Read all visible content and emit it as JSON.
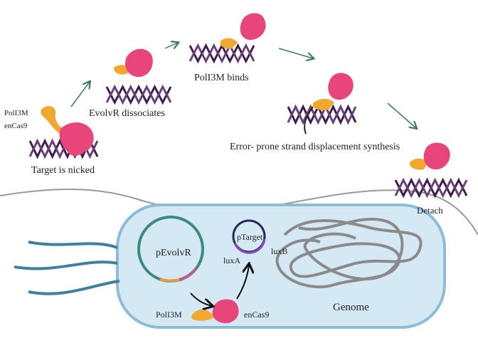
{
  "steps": {
    "step1_enzyme_label_pol": "PolI3M",
    "step1_enzyme_label_cas": "enCas9",
    "step1": "Target is nicked",
    "step2": "EvolvR dissociates",
    "step3": "PolI3M binds",
    "step4": "Error- prone strand displacement synthesis",
    "step5": "Detach"
  },
  "cell": {
    "plasmid1": "pEvolvR",
    "plasmid2": "pTarget",
    "gene_a": "luxA",
    "gene_b": "luxB",
    "pol": "PolI3M",
    "cas": "enCas9",
    "genome": "Genome"
  },
  "colors": {
    "cas9": "#e8457a",
    "polymerase": "#f0a830",
    "dna": "#3a1f4a",
    "cell_fill": "#d4e9f3",
    "cell_border": "#8bbdd6",
    "arrow": "#3d7a68"
  }
}
